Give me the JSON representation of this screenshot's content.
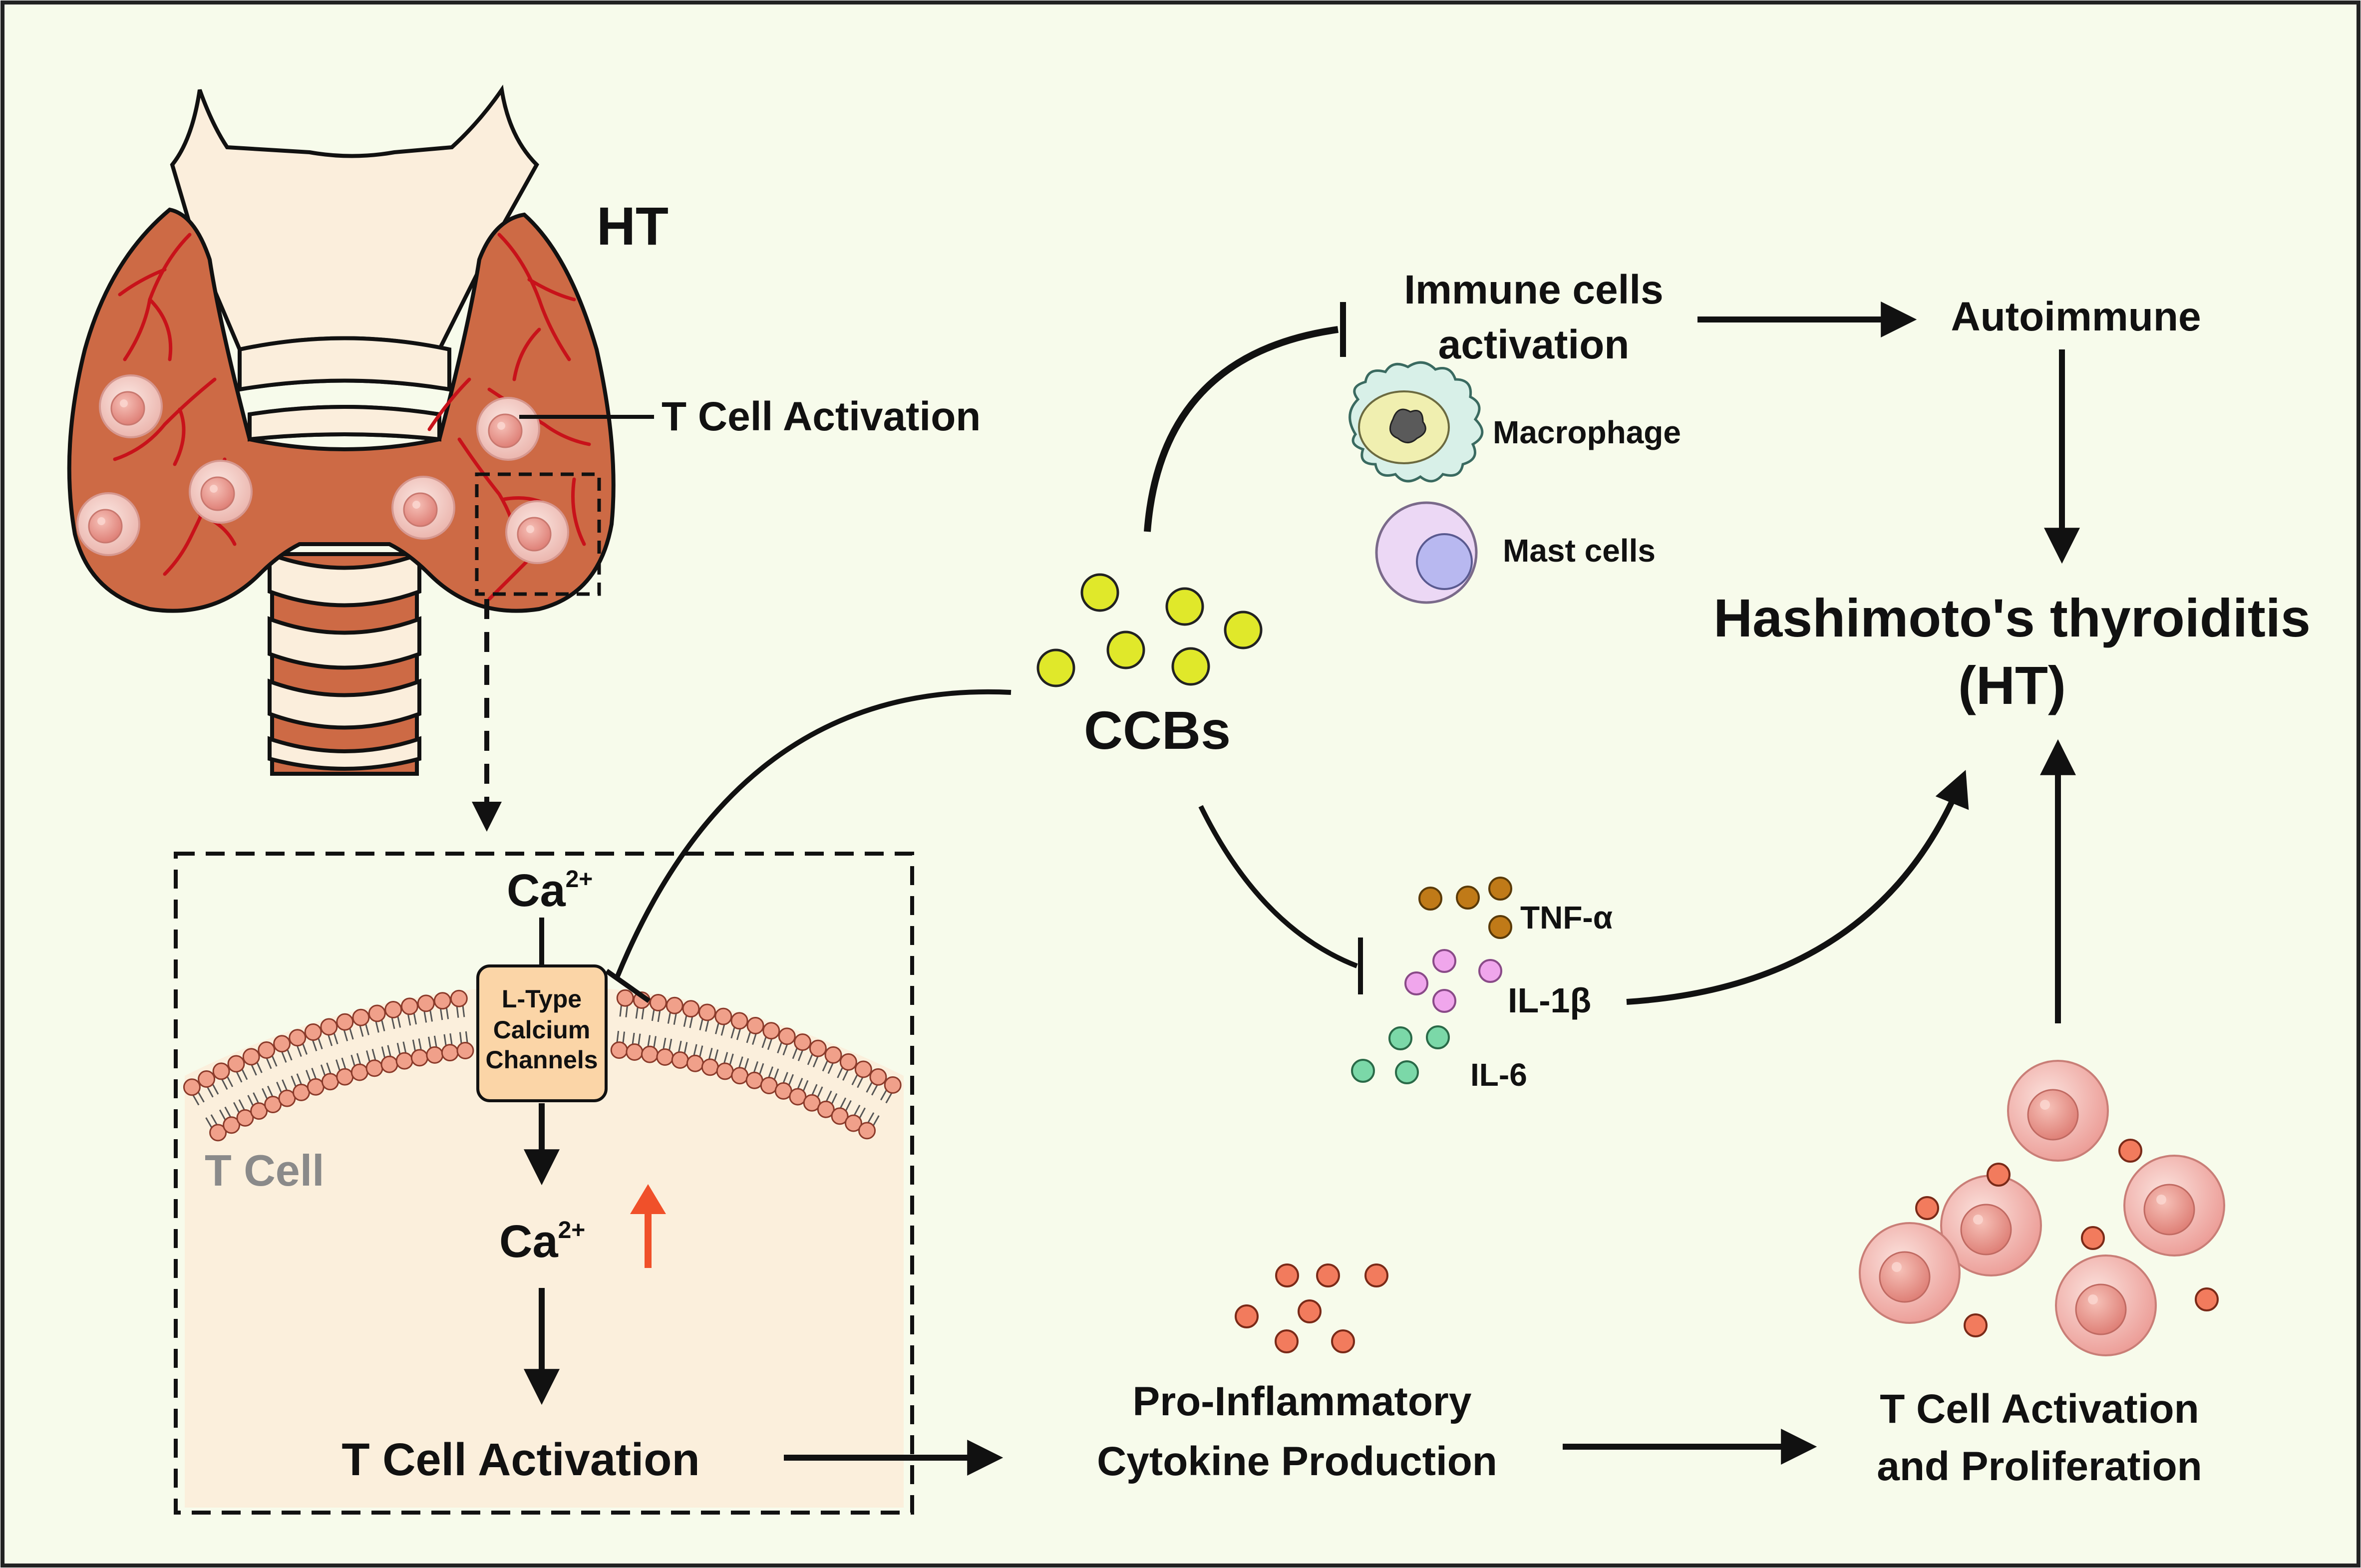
{
  "title": "Hashimoto's thyroiditis",
  "title_abbrev": "(HT)",
  "gland_label": "HT",
  "gland_tcell_label": "T Cell Activation",
  "ccbs_label": "CCBs",
  "immune": {
    "line1": "Immune cells",
    "line2": "activation",
    "macrophage": "Macrophage",
    "mast": "Mast cells"
  },
  "autoimmune": "Autoimmune",
  "cytokines": {
    "tnf": "TNF-α",
    "il1": "IL-1β",
    "il6": "IL-6"
  },
  "cell_box": {
    "ca_top": "Ca",
    "ca_top_sup": "2+",
    "channel_l1": "L-Type",
    "channel_l2": "Calcium",
    "channel_l3": "Channels",
    "cell_label": "T Cell",
    "ca_mid": "Ca",
    "ca_mid_sup": "2+",
    "activation": "T Cell Activation"
  },
  "pro_inflam": {
    "line1": "Pro-Inflammatory",
    "line2": "Cytokine Production"
  },
  "prolif": {
    "line1": "T Cell Activation",
    "line2": "and Proliferation"
  },
  "colors": {
    "background": "#f7fbeb",
    "thyroid": "#cd6a45",
    "ccb_yellow": "#e0e82a",
    "tnf": "#c07a18",
    "il1": "#f0a6ec",
    "il6": "#7bd8a8",
    "cytokine_red": "#f27b5d",
    "tcell": "#f3b2ad",
    "up_arrow": "#f0502a"
  }
}
